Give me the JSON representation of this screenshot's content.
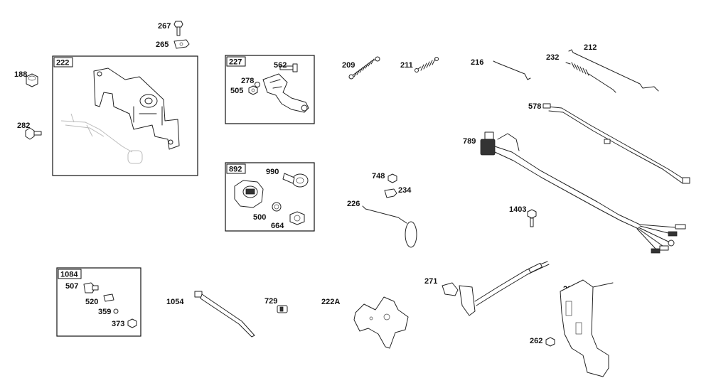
{
  "labels": {
    "p267": "267",
    "p265": "265",
    "p222": "222",
    "p188": "188",
    "p282": "282",
    "p227": "227",
    "p562": "562",
    "p278": "278",
    "p505": "505",
    "p209": "209",
    "p211": "211",
    "p216": "216",
    "p212": "212",
    "p232": "232",
    "p578": "578",
    "p789": "789",
    "p892": "892",
    "p990": "990",
    "p500": "500",
    "p664": "664",
    "p748": "748",
    "p234": "234",
    "p226": "226",
    "p1403": "1403",
    "p1084": "1084",
    "p507": "507",
    "p520": "520",
    "p359": "359",
    "p373": "373",
    "p1054": "1054",
    "p729": "729",
    "p222A": "222A",
    "p271": "271",
    "p281": "281",
    "p262": "262"
  }
}
